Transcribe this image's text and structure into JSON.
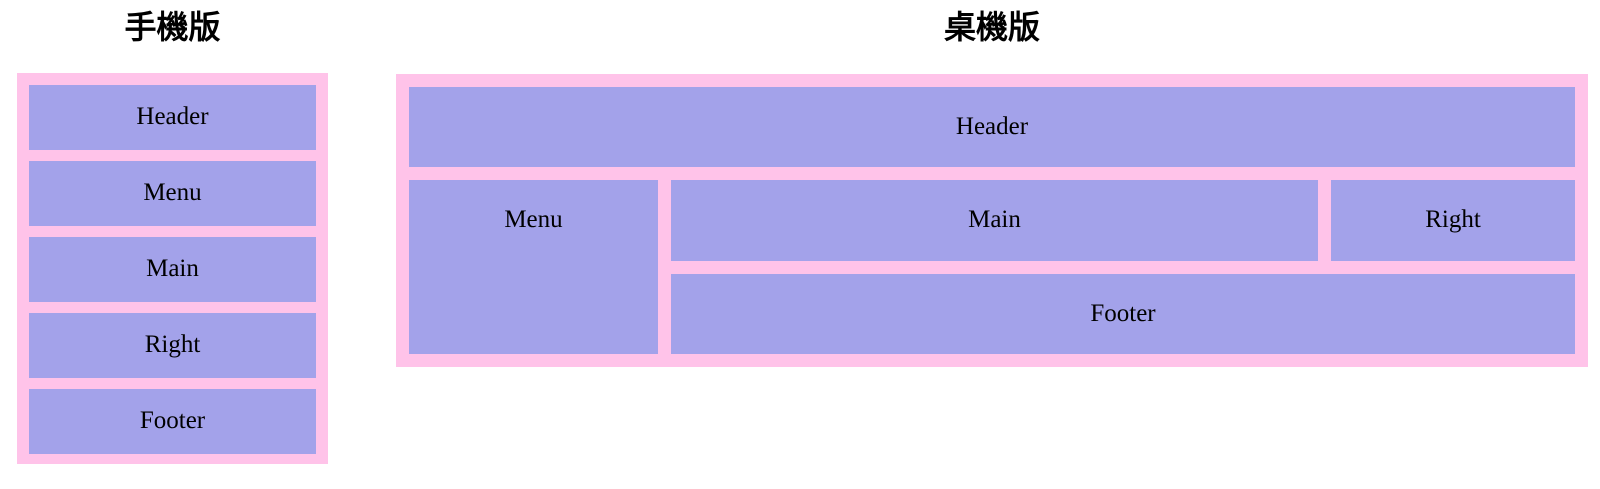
{
  "colors": {
    "container_background": "#ffc3e9",
    "box_background": "#a3a2ea",
    "title_text": "#000000",
    "label_text": "#000000"
  },
  "mobile": {
    "title": "手機版",
    "boxes": [
      {
        "name": "header",
        "label": "Header"
      },
      {
        "name": "menu",
        "label": "Menu"
      },
      {
        "name": "main",
        "label": "Main"
      },
      {
        "name": "right",
        "label": "Right"
      },
      {
        "name": "footer",
        "label": "Footer"
      }
    ]
  },
  "desktop": {
    "title": "桌機版",
    "boxes": {
      "header": {
        "label": "Header"
      },
      "menu": {
        "label": "Menu"
      },
      "main": {
        "label": "Main"
      },
      "right": {
        "label": "Right"
      },
      "footer": {
        "label": "Footer"
      }
    }
  }
}
